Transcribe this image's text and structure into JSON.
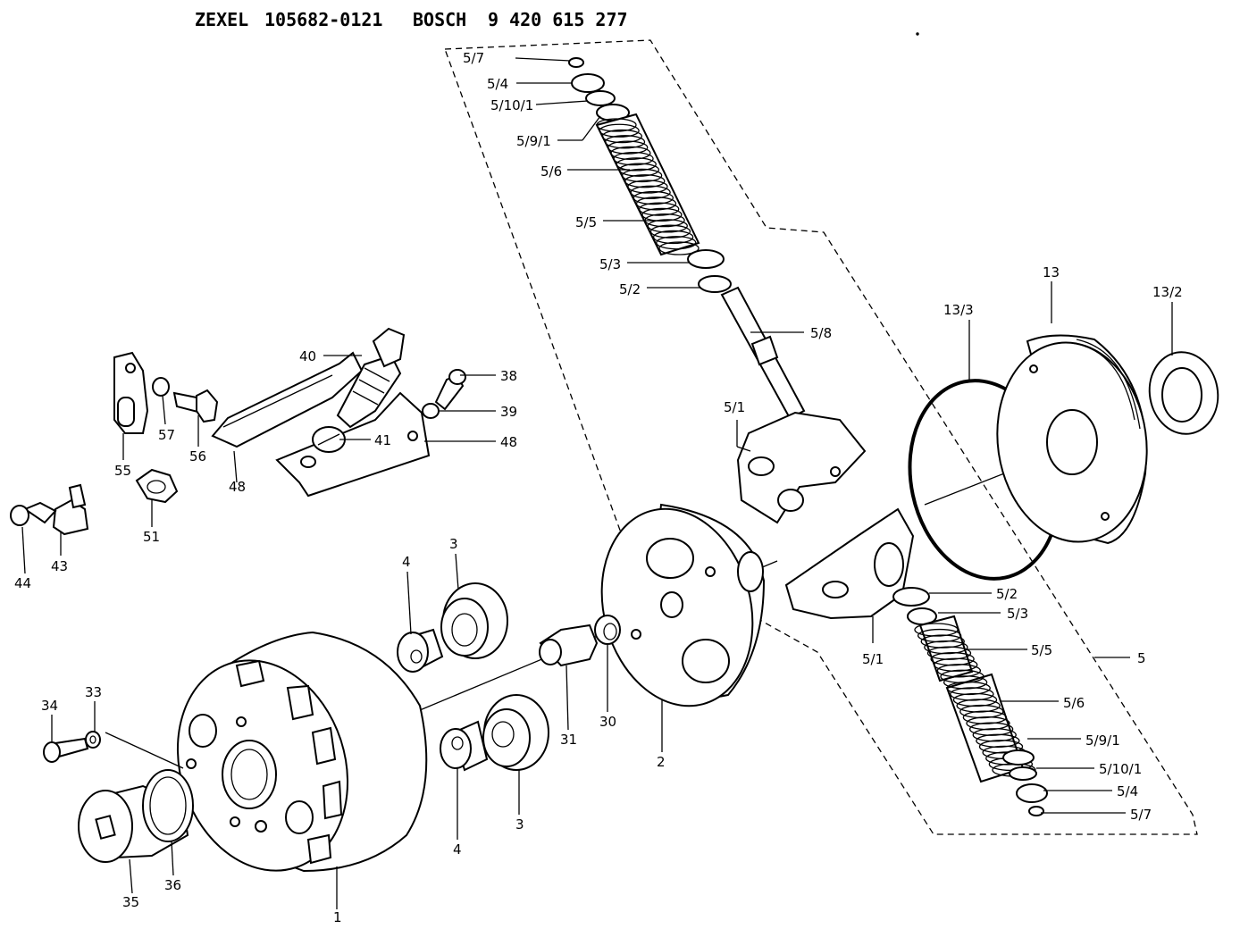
{
  "header": {
    "maker1": "ZEXEL",
    "part1": "105682-0121",
    "maker2": "BOSCH",
    "part2": "9 420 615 277"
  },
  "labels": {
    "l5_7a": "5/7",
    "l5_4a": "5/4",
    "l5_10_1a": "5/10/1",
    "l5_9_1a": "5/9/1",
    "l5_6a": "5/6",
    "l5_5a": "5/5",
    "l5_3a": "5/3",
    "l5_2a": "5/2",
    "l5_8": "5/8",
    "l5_1a": "5/1",
    "l5_1b": "5/1",
    "l5_2b": "5/2",
    "l5_3b": "5/3",
    "l5_5b": "5/5",
    "l5_6b": "5/6",
    "l5_9_1b": "5/9/1",
    "l5_10_1b": "5/10/1",
    "l5_4b": "5/4",
    "l5_7b": "5/7",
    "l5": "5",
    "l13": "13",
    "l13_3": "13/3",
    "l13_2": "13/2",
    "l40": "40",
    "l38": "38",
    "l39": "39",
    "l41": "41",
    "l48a": "48",
    "l48b": "48",
    "l55": "55",
    "l56": "56",
    "l57": "57",
    "l51": "51",
    "l43": "43",
    "l44": "44",
    "l4a": "4",
    "l3a": "3",
    "l4b": "4",
    "l3b": "3",
    "l31": "31",
    "l30": "30",
    "l2": "2",
    "l1": "1",
    "l34": "34",
    "l33": "33",
    "l35": "35",
    "l36": "36"
  },
  "colors": {
    "ink": "#000000",
    "paper": "#ffffff"
  }
}
